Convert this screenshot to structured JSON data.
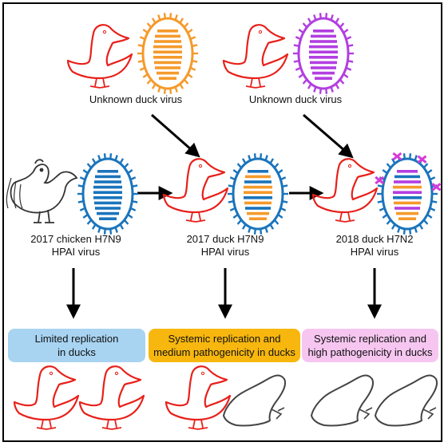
{
  "labels": {
    "unknown_left": "Unknown duck virus",
    "unknown_right": "Unknown duck virus",
    "chicken_line1": "2017 chicken H7N9",
    "chicken_line2": "HPAI virus",
    "duck2017_line1": "2017 duck H7N9",
    "duck2017_line2": "HPAI virus",
    "duck2018_line1": "2018 duck H7N2",
    "duck2018_line2": "HPAI virus"
  },
  "outcomes": [
    {
      "line1": "Limited replication",
      "line2": "in ducks",
      "color": "#a8d4f2"
    },
    {
      "line1": "Systemic replication and",
      "line2": "medium pathogenicity in ducks",
      "color": "#f7b70e"
    },
    {
      "line1": "Systemic replication and",
      "line2": "high pathogenicity in ducks",
      "color": "#f6c6f0"
    }
  ],
  "colors": {
    "duck_red": "#e8201a",
    "dead_duck": "#444444",
    "virus_orange": "#f59a2b",
    "virus_purple": "#b23ee0",
    "virus_blue": "#1a74bc",
    "marker_magenta": "#d63ad9"
  }
}
